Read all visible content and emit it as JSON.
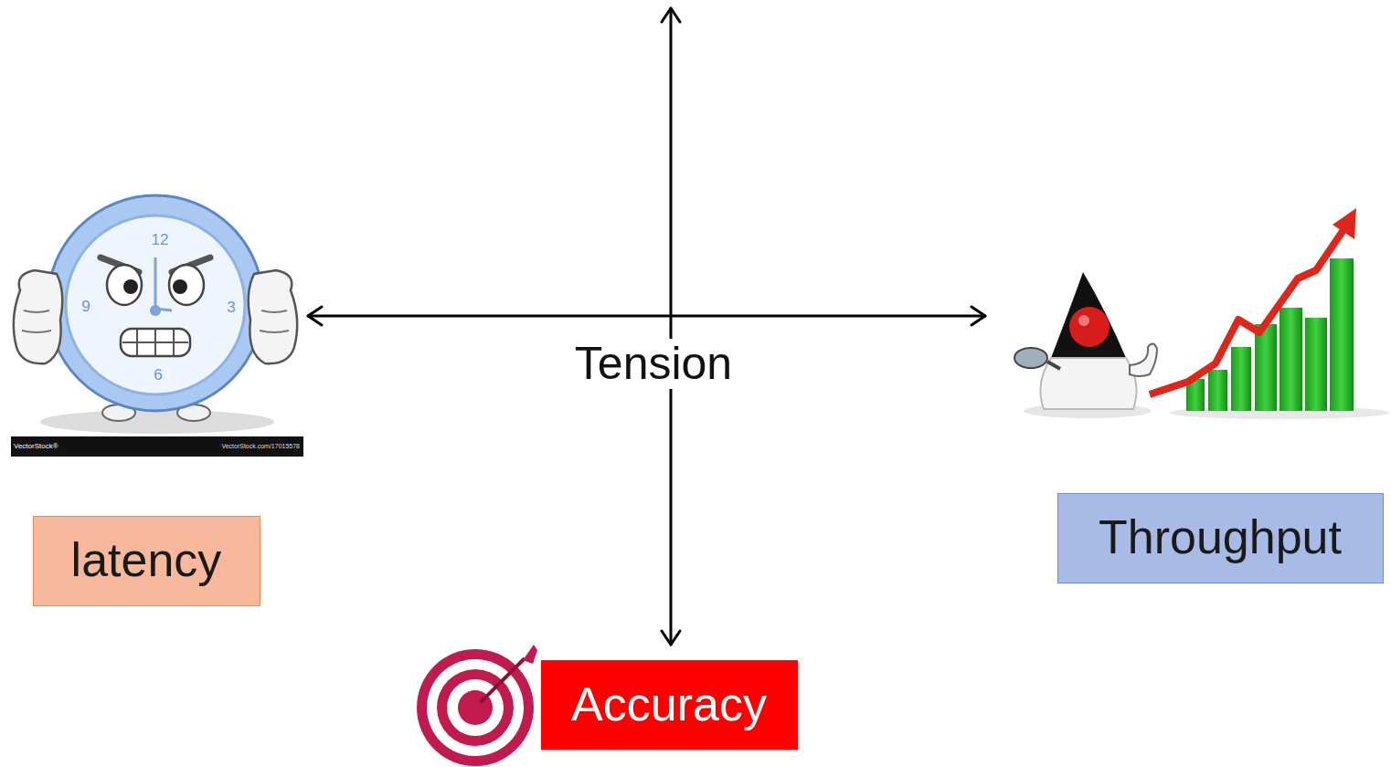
{
  "diagram": {
    "nodes": [
      {
        "text": [
          "latency"
        ]
      },
      {
        "text": [
          "Throughput"
        ]
      },
      {
        "text": [
          "Accuracy"
        ]
      }
    ],
    "labels": [
      "12",
      "9",
      "3",
      "6",
      "VectorStock®",
      "VectorStock.com/17015578",
      "Tension"
    ]
  }
}
